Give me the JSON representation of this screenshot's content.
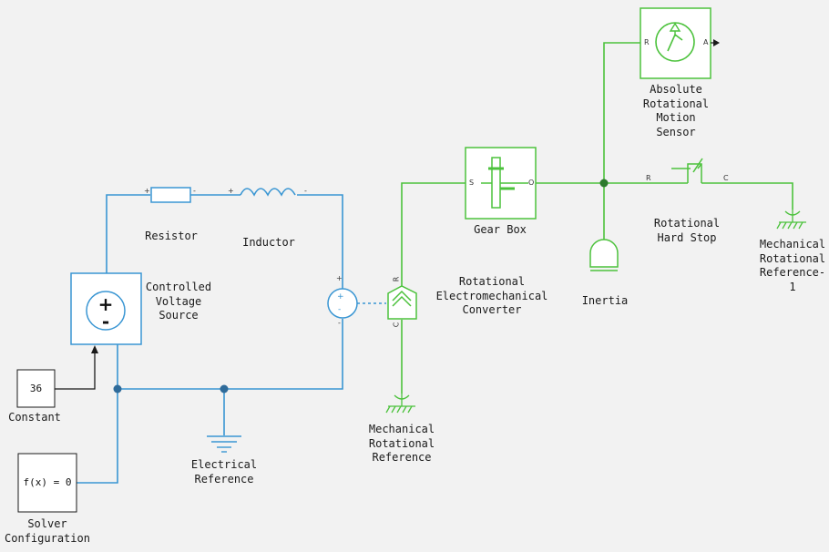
{
  "colors": {
    "electrical": "#3a96d3",
    "mechanical": "#4cc23c",
    "signal": "#1a1a1a",
    "background": "#f2f2f2",
    "node": "#2f6b9a"
  },
  "blocks": {
    "resistor": {
      "label": "Resistor",
      "pos_port": "+",
      "neg_port": "-"
    },
    "inductor": {
      "label": "Inductor",
      "pos_port": "+",
      "neg_port": "-"
    },
    "controlled_voltage_source": {
      "label": "Controlled\nVoltage\nSource",
      "plus": "+",
      "minus": "-"
    },
    "constant": {
      "label": "Constant",
      "value": "36"
    },
    "solver_configuration": {
      "label": "Solver\nConfiguration",
      "expr": "f(x) = 0"
    },
    "electrical_reference": {
      "label": "Electrical\nReference"
    },
    "converter": {
      "label": "Rotational\nElectromechanical\nConverter",
      "plus": "+",
      "minus": "-",
      "port_r": "R",
      "port_c": "C"
    },
    "mech_ref": {
      "label": "Mechanical\nRotational\nReference"
    },
    "gear_box": {
      "label": "Gear Box",
      "port_s": "S",
      "port_o": "O"
    },
    "inertia": {
      "label": "Inertia"
    },
    "sensor": {
      "label": "Absolute\nRotational\nMotion\nSensor",
      "port_r": "R",
      "port_a": "A"
    },
    "hard_stop": {
      "label": "Rotational\nHard Stop",
      "port_r": "R",
      "port_c": "C"
    },
    "mech_ref_1": {
      "label": "Mechanical\nRotational\nReference-\n1"
    }
  }
}
